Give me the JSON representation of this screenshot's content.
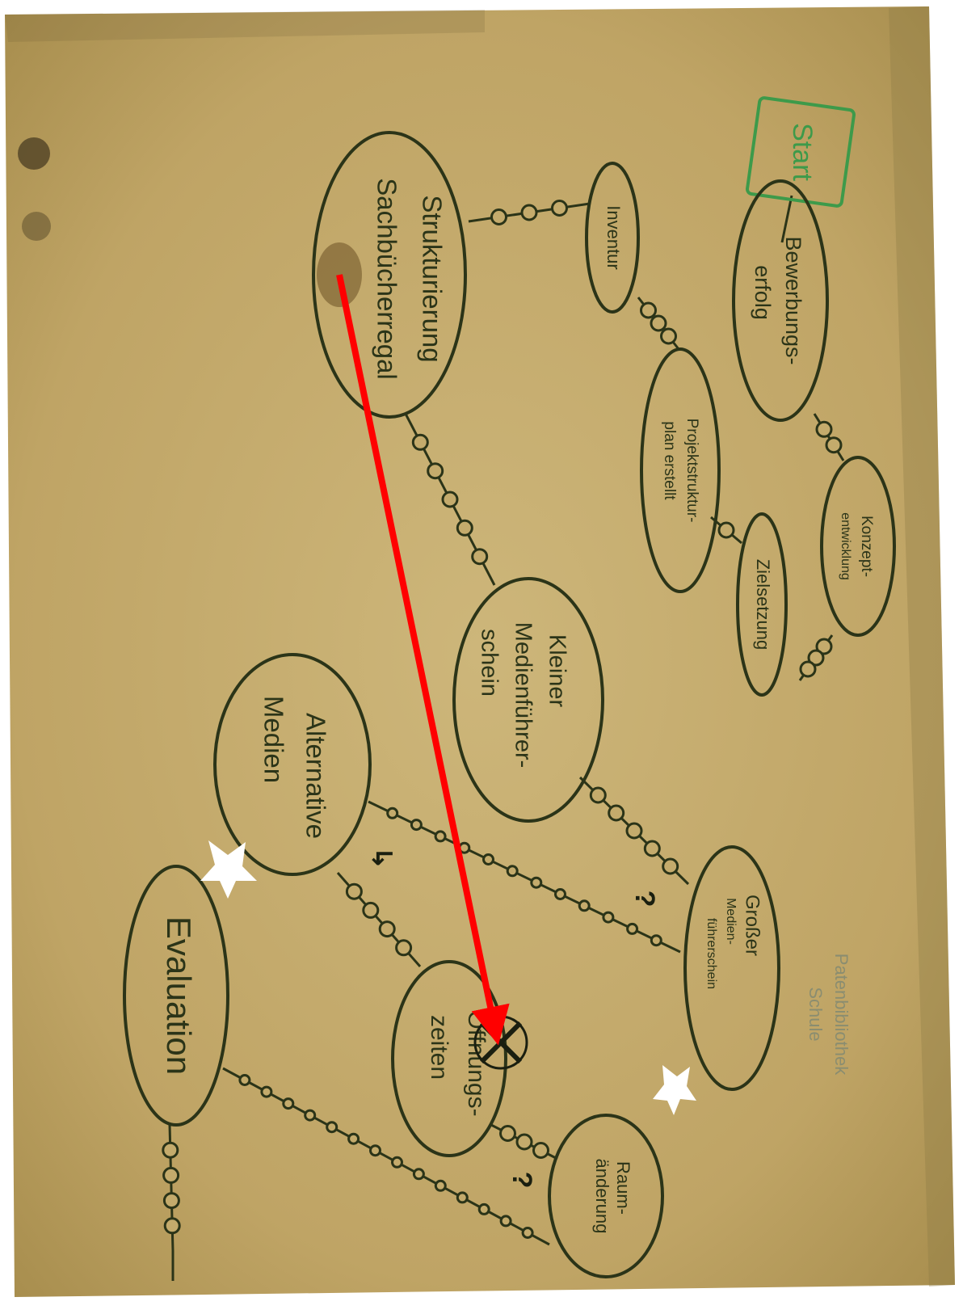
{
  "photo": {
    "description_colors": {
      "paper": "#c9b070",
      "paper_edge": "#b89a55",
      "ink": "#2b3418",
      "start_green": "#3d9a4a",
      "pencil": "#9aa080",
      "arrow_red": "#ff0000"
    }
  },
  "nodes": {
    "start": "Start",
    "bewerbung": [
      "Bewerbungs-",
      "erfolg"
    ],
    "konzept": [
      "Konzept-",
      "entwicklung"
    ],
    "ziel": "Zielsetzung",
    "projekt": [
      "Projektstruktur-",
      "plan erstellt"
    ],
    "inventur": "Inventur",
    "struktur": [
      "Strukturierung",
      "Sachbücherregal"
    ],
    "kleiner": [
      "Kleiner",
      "Medienführer-",
      "schein"
    ],
    "grosser": [
      "Großer",
      "Medien-",
      "führerschein"
    ],
    "alternative": [
      "Alternative",
      "Medien"
    ],
    "oeffnung": [
      "Öffnungs-",
      "zeiten"
    ],
    "raum": [
      "Raum-",
      "änderung"
    ],
    "evaluation": "Evaluation"
  },
  "annotations": {
    "pencil_note": [
      "Patenbibliothek",
      "Schule"
    ],
    "question_mark": "?",
    "return_arrow": "↳"
  }
}
